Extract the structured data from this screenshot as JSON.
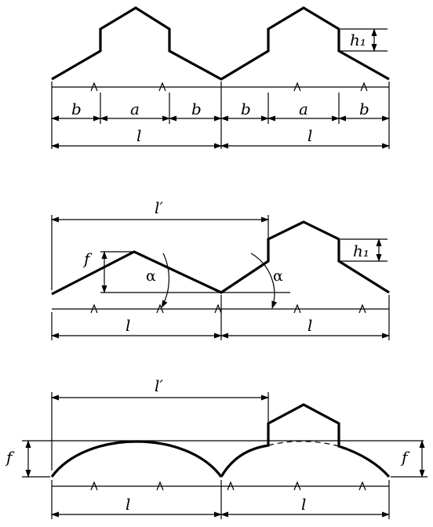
{
  "diagram1": {
    "labels": {
      "b": "b",
      "a": "a",
      "l": "l",
      "h1": "h₁"
    }
  },
  "diagram2": {
    "labels": {
      "l_prime": "l′",
      "l": "l",
      "f": "f",
      "alpha": "α",
      "h1": "h₁"
    }
  },
  "diagram3": {
    "labels": {
      "l_prime": "l′",
      "l": "l",
      "f": "f"
    }
  }
}
